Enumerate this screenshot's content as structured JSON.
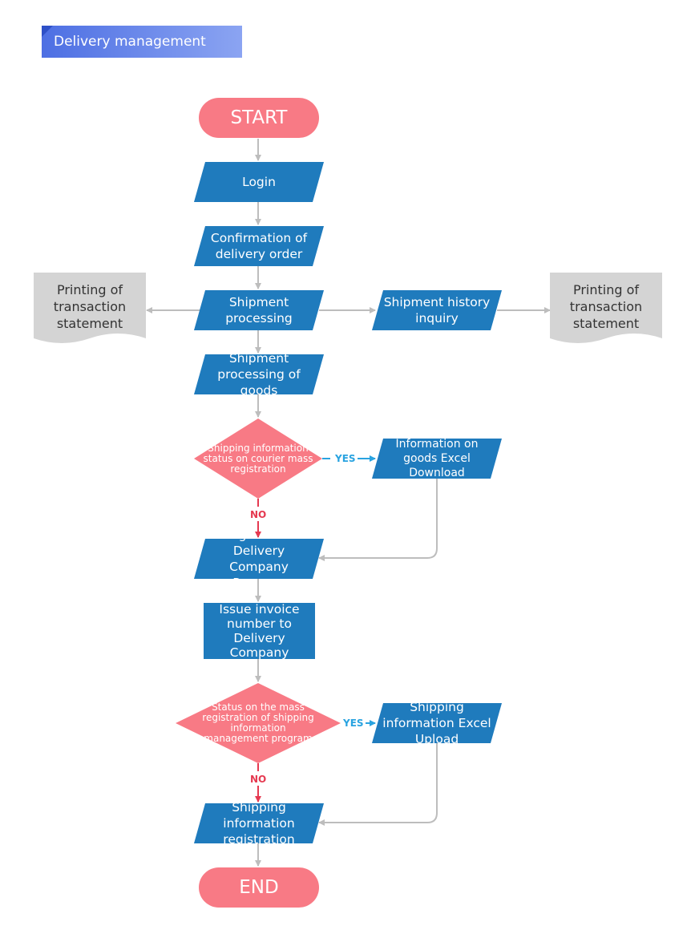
{
  "header": {
    "title": "Delivery management"
  },
  "colors": {
    "terminal": "#f87a85",
    "process": "#1f7bbd",
    "decision": "#f87a85",
    "document": "#d4d4d4",
    "connector": "#bdbdbd",
    "yes": "#29a3e0",
    "no": "#e53950"
  },
  "nodes": {
    "start": "START",
    "login": "Login",
    "confirm_order": "Confirmation of delivery order",
    "shipment_processing": "Shipment processing",
    "shipment_history": "Shipment history inquiry",
    "print_left": "Printing of transaction statement",
    "print_right": "Printing of transaction statement",
    "processing_goods": "Shipment processing of goods",
    "decision_courier": "Shipping information status on courier mass registration",
    "goods_excel_download": "Information on goods Excel Download",
    "register_delivery_program": "Register for Delivery Company Program",
    "issue_invoice": "Issue invoice number to Delivery Company",
    "decision_mass_registration": "Status on the mass registration of shipping information management program",
    "shipping_excel_upload": "Shipping information Excel Upload",
    "shipping_registration": "Shipping information registration",
    "end": "END"
  },
  "labels": {
    "yes": "YES",
    "no": "NO"
  }
}
